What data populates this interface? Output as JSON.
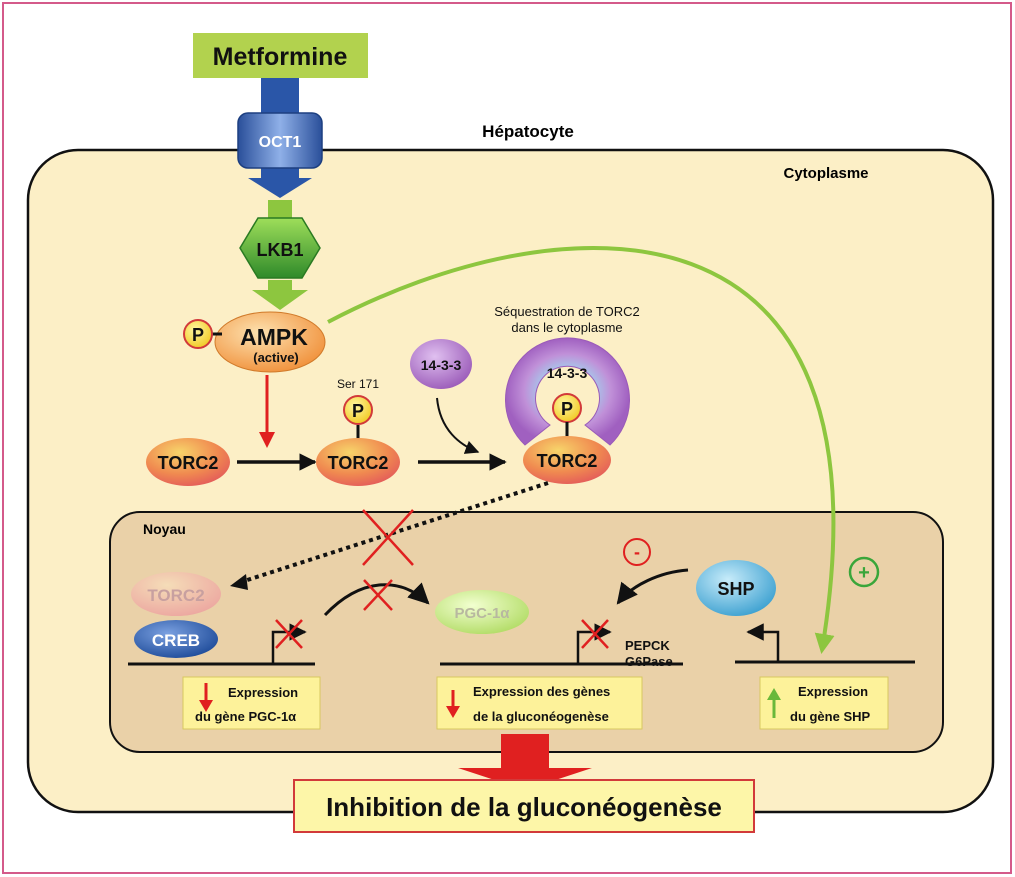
{
  "frame": {
    "border_color": "#d45a8a",
    "background": "#ffffff"
  },
  "drug": {
    "label": "Metformine",
    "color": "#b2d24e"
  },
  "cell": {
    "label": "Hépatocyte",
    "compartment_label": "Cytoplasme",
    "fill": "#fcefc6"
  },
  "transporter": {
    "label": "OCT1",
    "color": "#3a63b2"
  },
  "lkb1": {
    "label": "LKB1",
    "color": "#5ab63a"
  },
  "ampk": {
    "label": "AMPK",
    "sublabel": "(active)",
    "phospho": "P",
    "color": "#f2a24a"
  },
  "torc2": {
    "left_label": "TORC2",
    "mid_label": "TORC2",
    "right_label": "TORC2",
    "nuclear_label": "TORC2",
    "phospho": "P",
    "phospho_right": "P",
    "site_label": "Ser 171",
    "color": "#e8604a"
  },
  "protein_1433": {
    "free_label": "14-3-3",
    "bound_label": "14-3-3",
    "color": "#a66cc0"
  },
  "sequestration": {
    "line1": "Séquestration de TORC2",
    "line2": "dans le cytoplasme"
  },
  "nucleus": {
    "label": "Noyau",
    "fill": "#ead1a8"
  },
  "creb": {
    "label": "CREB",
    "color": "#2f5fb0"
  },
  "pgc1a": {
    "label": "PGC-1α",
    "color": "#b8e06a"
  },
  "shp": {
    "label": "SHP",
    "color": "#4aaed8"
  },
  "genes": {
    "pepck": "PEPCK",
    "g6pase": "G6Pase"
  },
  "signs": {
    "minus": "-",
    "plus": "+"
  },
  "expression_boxes": {
    "pgc1a": {
      "line1": "Expression",
      "line2": "du gène PGC-1α",
      "direction": "down"
    },
    "gluco": {
      "line1": "Expression des gènes",
      "line2": "de la gluconéogenèse",
      "direction": "down"
    },
    "shp": {
      "line1": "Expression",
      "line2": "du gène SHP",
      "direction": "up"
    }
  },
  "result": {
    "label": "Inhibition de la gluconéogenèse",
    "fill": "#fdf6a8",
    "border": "#d23a3a"
  },
  "colors": {
    "arrow_black": "#111111",
    "arrow_red": "#e02020",
    "arrow_green": "#8dc63f",
    "cross_red": "#e02020",
    "box_yellow": "#fdf29a",
    "phospho_yellow": "#f7e03a"
  }
}
